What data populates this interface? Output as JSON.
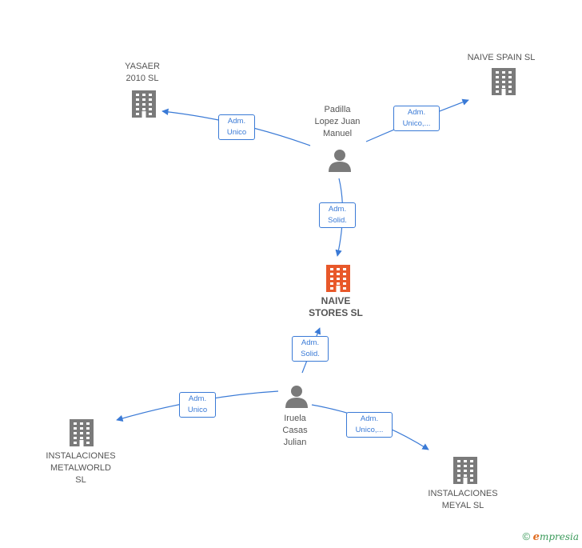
{
  "nodes": {
    "yasaer": {
      "label": "YASAER\n2010 SL",
      "type": "company",
      "icon": "building-icon"
    },
    "naive_spain": {
      "label": "NAIVE SPAIN SL",
      "type": "company",
      "icon": "building-icon"
    },
    "padilla": {
      "label": "Padilla\nLopez Juan\nManuel",
      "type": "person",
      "icon": "person-icon"
    },
    "naive_stores": {
      "label": "NAIVE\nSTORES SL",
      "type": "company",
      "icon": "building-icon",
      "color": "#e8582a"
    },
    "iruela": {
      "label": "Iruela\nCasas\nJulian",
      "type": "person",
      "icon": "person-icon"
    },
    "metalworld": {
      "label": "INSTALACIONES\nMETALWORLD\nSL",
      "type": "company",
      "icon": "building-icon"
    },
    "meyal": {
      "label": "INSTALACIONES\nMEYAL  SL",
      "type": "company",
      "icon": "building-icon"
    }
  },
  "edges": [
    {
      "from": "padilla",
      "to": "yasaer",
      "label": "Adm.\nUnico"
    },
    {
      "from": "padilla",
      "to": "naive_spain",
      "label": "Adm.\nUnico,..."
    },
    {
      "from": "padilla",
      "to": "naive_stores",
      "label": "Adm.\nSolid."
    },
    {
      "from": "iruela",
      "to": "naive_stores",
      "label": "Adm.\nSolid."
    },
    {
      "from": "iruela",
      "to": "metalworld",
      "label": "Adm.\nUnico"
    },
    {
      "from": "iruela",
      "to": "meyal",
      "label": "Adm.\nUnico,..."
    }
  ],
  "colors": {
    "edge": "#3a7ad6",
    "icon": "#7a7a7a",
    "highlight": "#e8582a"
  },
  "footer": {
    "copyright": "©",
    "brand_e": "e",
    "brand_rest": "mpresia"
  }
}
